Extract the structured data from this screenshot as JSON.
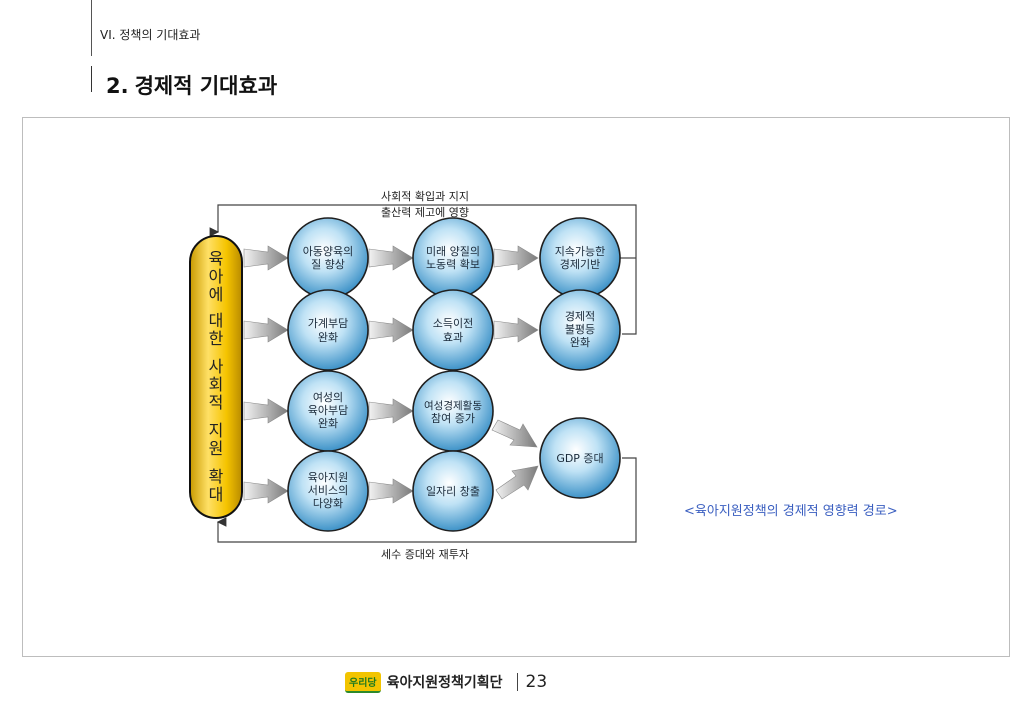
{
  "header": {
    "section": "VI. 정책의 기대효과",
    "title_number": "2.",
    "title": "경제적 기대효과"
  },
  "diagram": {
    "bar_text": [
      "육",
      "아",
      "에",
      "대",
      "한",
      "사",
      "회",
      "적",
      "지",
      "원",
      "확",
      "대"
    ],
    "top_label_1": "사회적 확입과 지지",
    "top_label_2": "출산력 제고에 영향",
    "bottom_label": "세수 증대와 재투자",
    "nodes": {
      "r1c1": [
        "아동양육의",
        "질 향상"
      ],
      "r1c2": [
        "미래 양질의",
        "노동력 확보"
      ],
      "r1c3": [
        "지속가능한",
        "경제기반"
      ],
      "r2c1": [
        "가계부담",
        "완화"
      ],
      "r2c2": [
        "소득이전",
        "효과"
      ],
      "r2c3": [
        "경제적",
        "불평등",
        "완화"
      ],
      "r3c1": [
        "여성의",
        "육아부담",
        "완화"
      ],
      "r3c2": [
        "여성경제활동",
        "참여 증가"
      ],
      "r4c1": [
        "육아지원",
        "서비스의",
        "다양화"
      ],
      "r4c2": [
        "일자리 창출"
      ],
      "gdp": [
        "GDP 증대"
      ]
    }
  },
  "caption": "<육아지원정책의 경제적 영향력 경로>",
  "footer": {
    "logo": "우리당",
    "org": "육아지원정책기획단",
    "page": "23"
  },
  "colors": {
    "bar_fill": "#f5c400",
    "node_fill": "#7fc3e6",
    "caption": "#3b5fc0"
  }
}
